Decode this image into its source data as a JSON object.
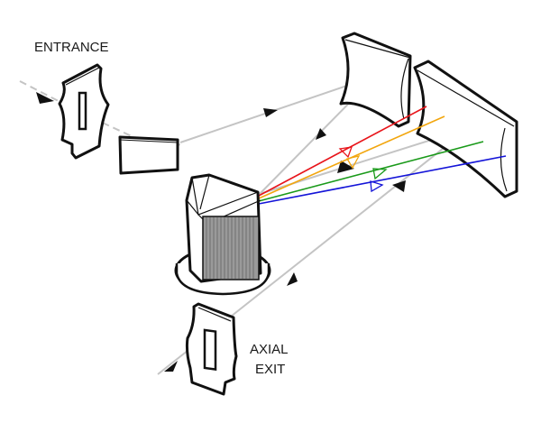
{
  "labels": {
    "entrance": "ENTRANCE",
    "axial_exit_line1": "AXIAL",
    "axial_exit_line2": "EXIT"
  },
  "components": [
    "entrance-slit",
    "folding-mirror",
    "collimating-mirror",
    "focusing-mirror",
    "prism-grating",
    "axial-exit-slit"
  ],
  "spectrum_colors": {
    "red": "#e8141a",
    "orange": "#f2a60e",
    "green": "#1a9a1a",
    "blue": "#1414d8",
    "beam": "#c4c4c4"
  }
}
